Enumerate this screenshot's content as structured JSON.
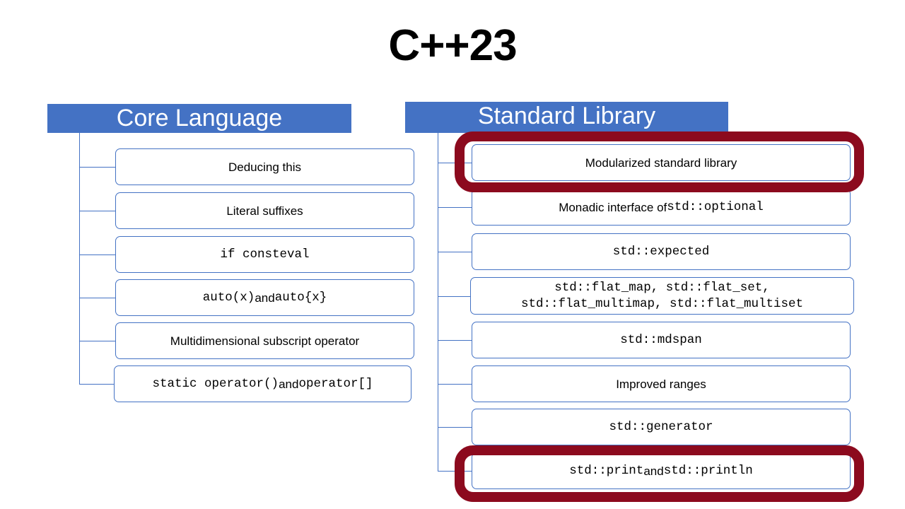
{
  "title": "C++23",
  "colors": {
    "header_blue": "#4472C4",
    "box_border_blue": "#4472C4",
    "highlight_dark_red": "#8C0A1E",
    "text_black": "#000000",
    "background": "#ffffff"
  },
  "columns": [
    {
      "id": "core-language",
      "header": "Core Language",
      "nodes": [
        {
          "id": "deducing-this",
          "text": "Deducing this",
          "style": "prose"
        },
        {
          "id": "literal-suffixes",
          "text": "Literal suffixes",
          "style": "prose"
        },
        {
          "id": "if-consteval",
          "text": "if consteval",
          "style": "code"
        },
        {
          "id": "auto-x",
          "text": "auto(x) and auto{x}",
          "style": "mixed",
          "parts": [
            {
              "t": "auto(x) ",
              "f": "mono"
            },
            {
              "t": "and ",
              "f": "prose"
            },
            {
              "t": "auto{x}",
              "f": "mono"
            }
          ]
        },
        {
          "id": "multidim-subscript",
          "text": "Multidimensional subscript operator",
          "style": "prose"
        },
        {
          "id": "static-operator",
          "text": "static operator() and operator[]",
          "style": "mixed",
          "parts": [
            {
              "t": "static operator() ",
              "f": "mono"
            },
            {
              "t": "and ",
              "f": "prose"
            },
            {
              "t": "operator[]",
              "f": "mono"
            }
          ]
        }
      ]
    },
    {
      "id": "standard-library",
      "header": "Standard Library",
      "nodes": [
        {
          "id": "modularized-stdlib",
          "text": "Modularized standard library",
          "style": "prose",
          "highlighted": true
        },
        {
          "id": "monadic-optional",
          "text": "Monadic interface of std::optional",
          "style": "mixed",
          "parts": [
            {
              "t": "Monadic interface of ",
              "f": "prose"
            },
            {
              "t": "std::optional",
              "f": "mono"
            }
          ]
        },
        {
          "id": "std-expected",
          "text": "std::expected",
          "style": "code"
        },
        {
          "id": "std-flat-containers",
          "text": "std::flat_map, std::flat_set, std::flat_multimap, std::flat_multiset",
          "style": "code-two-line",
          "line1": "std::flat_map, std::flat_set,",
          "line2": "std::flat_multimap, std::flat_multiset"
        },
        {
          "id": "std-mdspan",
          "text": "std::mdspan",
          "style": "code"
        },
        {
          "id": "improved-ranges",
          "text": "Improved ranges",
          "style": "prose"
        },
        {
          "id": "std-generator",
          "text": "std::generator",
          "style": "code"
        },
        {
          "id": "std-print",
          "text": "std::print and std::println",
          "style": "mixed",
          "highlighted": true,
          "parts": [
            {
              "t": "std::print ",
              "f": "mono"
            },
            {
              "t": "and ",
              "f": "prose"
            },
            {
              "t": "std::println",
              "f": "mono"
            }
          ]
        }
      ]
    }
  ],
  "annotations": [
    {
      "id": "highlight-modularized",
      "target": "modularized-stdlib",
      "shape": "rounded-rectangle",
      "color": "#8C0A1E"
    },
    {
      "id": "highlight-print",
      "target": "std-print",
      "shape": "rounded-rectangle",
      "color": "#8C0A1E"
    }
  ]
}
